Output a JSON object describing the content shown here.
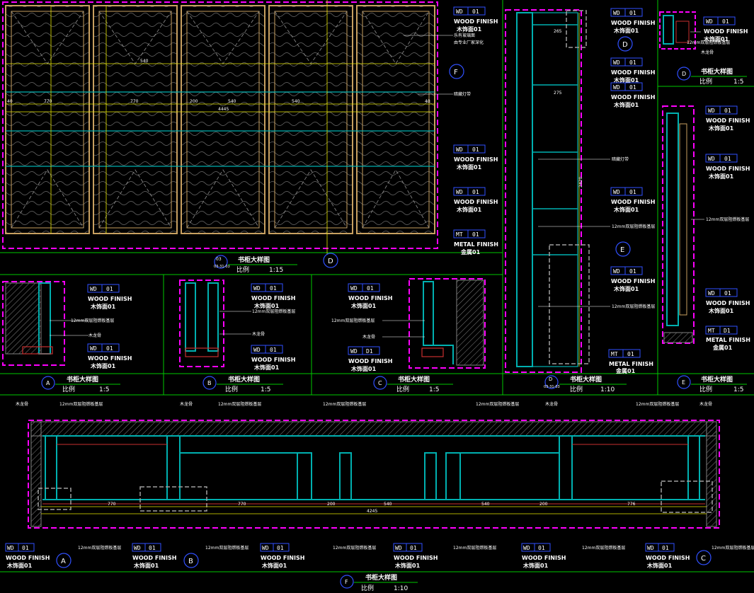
{
  "colors": {
    "background": "#000000",
    "frame_line": "#00c800",
    "boundary": "#ff00ff",
    "wood": "#c8a060",
    "section": "#00b0b0",
    "dim_line": "#e6e600",
    "tag_box": "#3050ff",
    "hatch": "#808080"
  },
  "legend": {
    "wd_code": "WD",
    "mt_code": "MT",
    "num_01": "01",
    "d1_code": "D1",
    "wood_finish_en": "WOOD FINISH",
    "wood_finish_cn": "木饰面01",
    "metal_finish_en": "METAL FINISH",
    "metal_finish_cn": "金属01"
  },
  "notes": {
    "glass_door": "乐有玻璃面",
    "factory_deepen": "由专业厂家深化",
    "hidden_light": "暗藏灯带",
    "board_layer": "12mm双层阻燃板基层",
    "wood_keel": "木龙骨"
  },
  "titles": {
    "elevation": {
      "title": "书柜大样图",
      "scale_label": "比例",
      "scale": "1:15",
      "number": "03",
      "ref": "03-31-03",
      "marker": "D"
    },
    "section_d": {
      "title": "书柜大样图",
      "scale_label": "比例",
      "scale": "1:10",
      "number": "D",
      "ref": "03-31-03"
    },
    "detail_a": {
      "title": "书柜大样图",
      "scale_label": "比例",
      "scale": "1:5",
      "marker": "A"
    },
    "detail_b": {
      "title": "书柜大样图",
      "scale_label": "比例",
      "scale": "1:5",
      "marker": "B"
    },
    "detail_c": {
      "title": "书柜大样图",
      "scale_label": "比例",
      "scale": "1:5",
      "marker": "C"
    },
    "detail_d": {
      "title": "书柜大样图",
      "scale_label": "比例",
      "scale": "1:5",
      "marker": "D"
    },
    "detail_e": {
      "title": "书柜大样图",
      "scale_label": "比例",
      "scale": "1:5",
      "marker": "E"
    },
    "plan_f": {
      "title": "书柜大样图",
      "scale_label": "比例",
      "scale": "1:10",
      "marker": "F"
    }
  },
  "markers": {
    "f": "F",
    "d": "D",
    "e": "E",
    "a": "A",
    "b": "B",
    "c": "C"
  },
  "dimensions": {
    "elev_770": "770",
    "elev_540": "540",
    "elev_200": "200",
    "elev_4445": "4445",
    "elev_40": "40",
    "plan_4245": "4245",
    "plan_770": "770",
    "plan_200": "200",
    "plan_540": "540",
    "plan_776": "776",
    "sec_265": "265",
    "sec_275": "275",
    "sec_2420": "2420"
  }
}
